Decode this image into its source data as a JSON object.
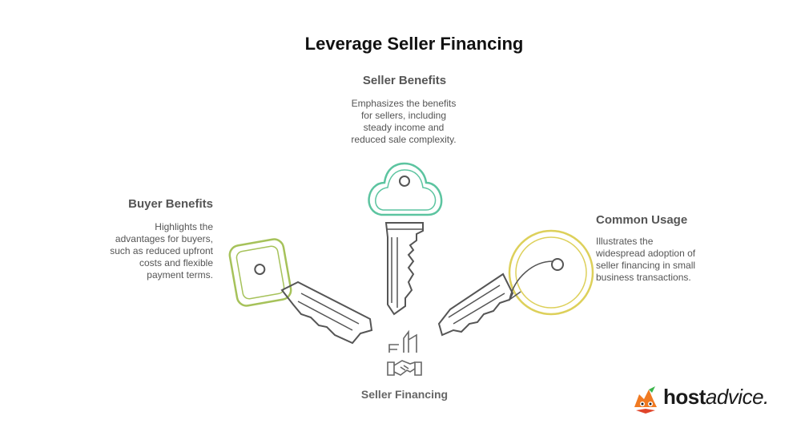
{
  "title": "Leverage Seller Financing",
  "seller": {
    "heading": "Seller Benefits",
    "lines": [
      "Emphasizes the benefits",
      "for sellers, including",
      "steady income and",
      "reduced sale complexity."
    ]
  },
  "buyer": {
    "heading": "Buyer Benefits",
    "lines": [
      "Highlights the",
      "advantages for buyers,",
      "such as reduced upfront",
      "costs and flexible",
      "payment terms."
    ]
  },
  "usage": {
    "heading": "Common Usage",
    "lines": [
      "Illustrates the",
      "widespread adoption of",
      "seller financing in small",
      "business transactions."
    ]
  },
  "center": {
    "label": "Seller Financing",
    "icon": "handshake-building-icon"
  },
  "colors": {
    "seller_key": "#5cc4a0",
    "buyer_key": "#a6c25a",
    "usage_key": "#ddd05a",
    "outline": "#555555"
  },
  "logo": {
    "brand_bold": "host",
    "brand_rest": "advice",
    "brand_dot": ".",
    "icon": "fox-mascot-icon"
  }
}
